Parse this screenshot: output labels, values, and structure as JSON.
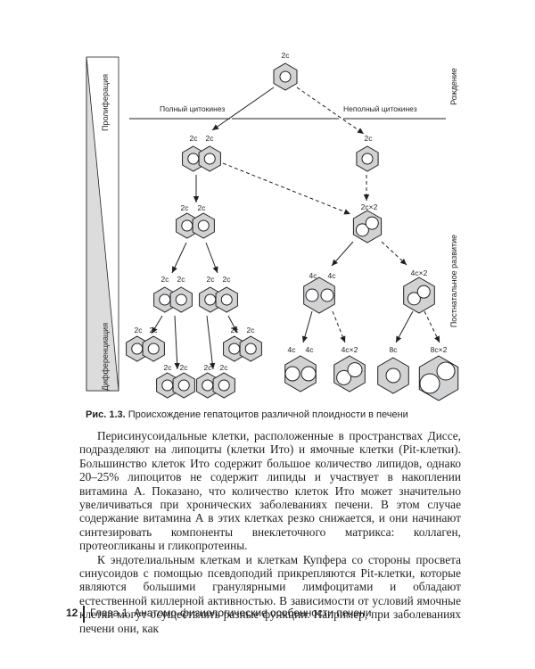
{
  "figure": {
    "side_labels": {
      "proliferation": "Пролиферация",
      "differentiation": "Дифференциация"
    },
    "right_labels": {
      "birth": "Рождение",
      "postnatal": "Постнатальное развитие"
    },
    "cytokinesis": {
      "full": "Полный цитокинез",
      "incomplete": "Неполный цитокинез"
    },
    "ploidy": {
      "c2": "2c",
      "c4": "4c",
      "c8": "8c",
      "c2x2": "2c×2",
      "c4x2": "4c×2",
      "c8x2": "8c×2"
    }
  },
  "caption": {
    "label": "Рис. 1.3.",
    "text": " Происхождение гепатоцитов различной плоидности в печени"
  },
  "body": {
    "paragraphs": [
      "Перисинусоидальные клетки, расположенные в пространствах Диссе, подразделяют на липоциты (клетки Ито) и ямочные клетки (Pit-клетки). Большинство клеток Ито содержит большое количество липидов, однако 20–25% липоцитов не содержит липиды и участвует в накоплении витамина А. Показано, что количество клеток Ито может значительно увеличиваться при хронических заболеваниях печени. В этом случае содержание витамина А в этих клетках резко снижается, и они начинают синтезировать компоненты внеклеточного матрикса: коллаген, протеогликаны и гликопротеины.",
      "К эндотелиальным клеткам и клеткам Купфера со стороны просвета синусоидов с помощью псевдоподий прикрепляются Pit-клетки, которые являются большими гранулярными лимфоцитами и обладают естественной киллерной активностью. В зависимости от условий ямочные клетки могут осуществлять разные функции. Например, при заболеваниях печени они, как"
    ]
  },
  "footer": {
    "page_number": "12",
    "chapter": "Глава 1. Анатомо-физиологические особенности печени"
  },
  "colors": {
    "ink": "#231f20",
    "cell_fill": "#d1d2d4",
    "nucleus_fill": "#ffffff"
  }
}
